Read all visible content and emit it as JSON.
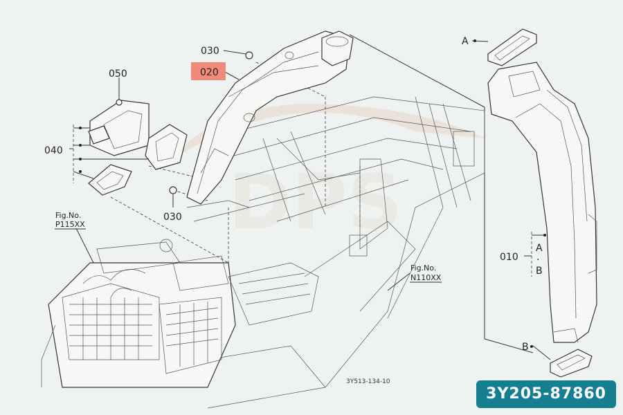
{
  "callouts": {
    "c010": "010",
    "c020": "020",
    "c030_top": "030",
    "c030_bottom": "030",
    "c040": "040",
    "c050": "050",
    "ref_a_top": "A",
    "ref_b_bottom": "B",
    "ref_a_010": "A",
    "ref_b_010": "B"
  },
  "fig_refs": {
    "fig1_title": "Fig.No.",
    "fig1_code": "P115XX",
    "fig2_title": "Fig.No.",
    "fig2_code": "N110XX"
  },
  "drawing_code": "3Y513-134-10",
  "part_number": "3Y205-87860",
  "watermark": "DPS",
  "colors": {
    "highlight": "#f08a7a",
    "badge": "#157f8f",
    "line": "#333333"
  }
}
